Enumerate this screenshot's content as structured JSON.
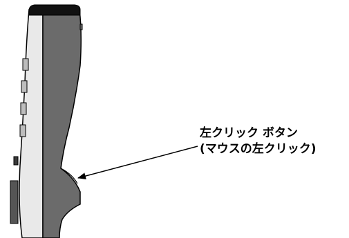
{
  "callout": {
    "line1": "左クリック ボタン",
    "line2": "(マウスの左クリック)"
  },
  "colors": {
    "body_grey": "#6b6b6b",
    "front_panel": "#e9e9e9",
    "outline": "#000000",
    "button_grey": "#bdbdbd",
    "background": "#ffffff"
  },
  "icons": {
    "pointer": "arrow-left-down"
  }
}
